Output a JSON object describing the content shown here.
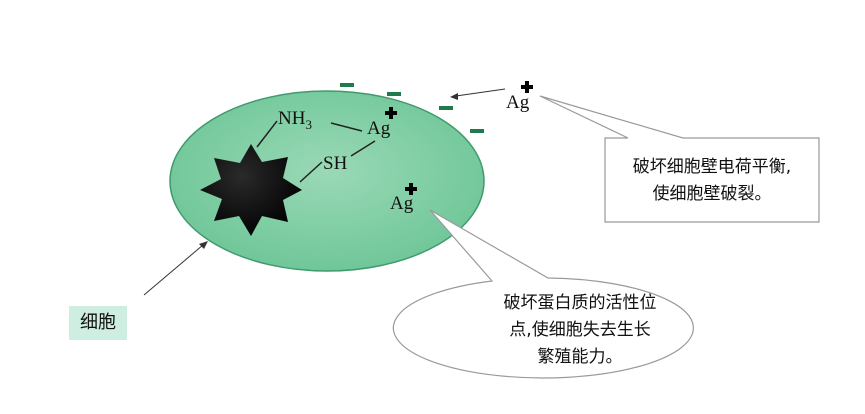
{
  "labels": {
    "nh3": "NH",
    "nh3_sub": "3",
    "sh": "SH",
    "ag": "Ag",
    "ag_plus": "+",
    "ag_outer": "Ag",
    "ag_lower": "Ag",
    "cell": "细胞"
  },
  "callouts": {
    "wall_line1": "破坏细胞壁电荷平衡,",
    "wall_line2": "使细胞壁破裂。",
    "protein_line1": "破坏蛋白质的活性位",
    "protein_line2": "点,使细胞失去生长",
    "protein_line3": "繁殖能力。"
  },
  "colors": {
    "cell_fill": "#7fcfa4",
    "cell_stroke": "#3f9a6c",
    "negative_charge": "#1f7a4d",
    "label_bg": "#cdeee1"
  }
}
